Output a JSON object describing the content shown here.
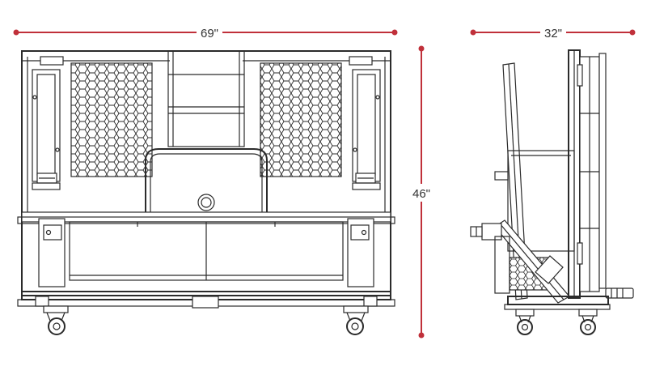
{
  "dimensions": {
    "width": "69\"",
    "height": "46\"",
    "depth": "32\""
  },
  "colors": {
    "dimension_line": "#c0303a",
    "drawing_line": "#2b2b2b"
  }
}
